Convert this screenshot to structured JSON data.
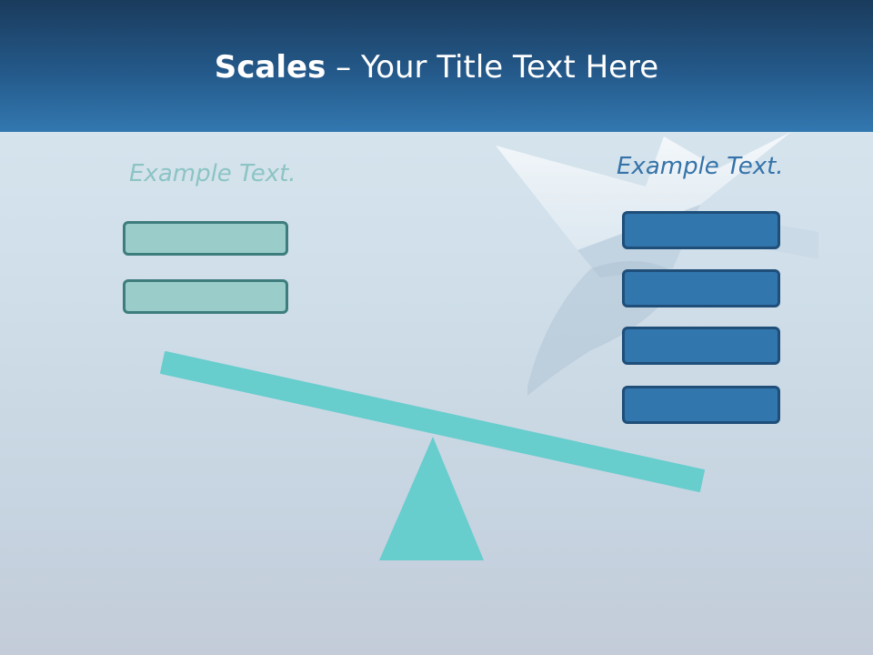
{
  "title": {
    "bold": "Scales",
    "rest": " – Your Title Text Here"
  },
  "left": {
    "label": "Example Text.",
    "boxes": 2
  },
  "right": {
    "label": "Example Text.",
    "boxes": 4
  },
  "colors": {
    "teal_box": "#9accc9",
    "teal_border": "#3e7d7d",
    "blue_box": "#3276ae",
    "blue_border": "#1f4e79",
    "beam": "#67cdcd",
    "header": "#24598a"
  },
  "icons": [
    "paper-boat-image"
  ]
}
